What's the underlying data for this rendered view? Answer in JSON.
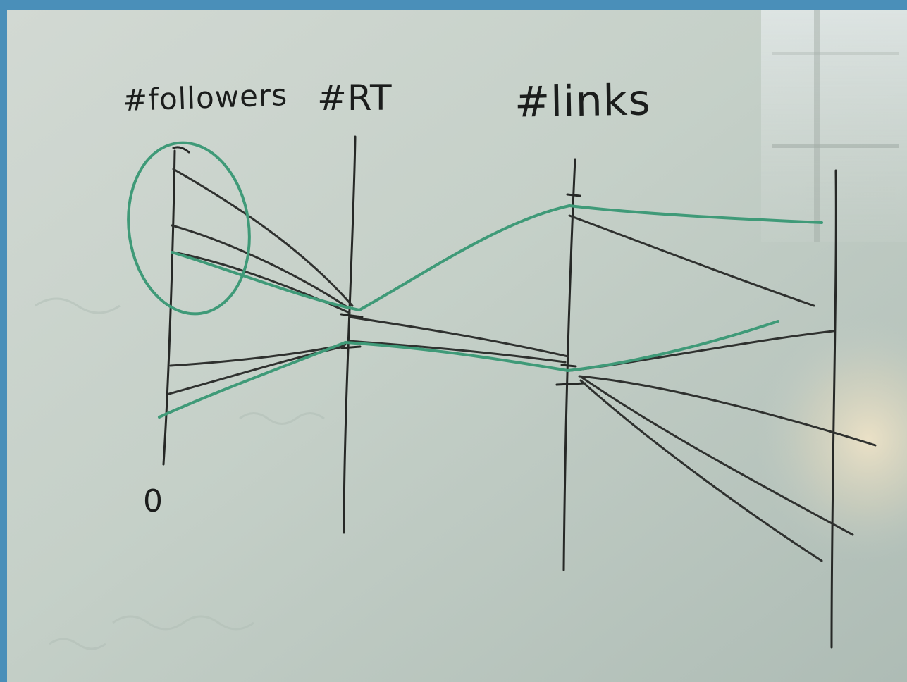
{
  "whiteboard": {
    "axis_labels": {
      "followers": "#followers",
      "rt": "#RT",
      "links": "#links"
    },
    "origin_label": "0"
  },
  "colors": {
    "frame": "#4a8fb9",
    "board": "#c9d3cc",
    "marker_black": "#2a2c2a",
    "marker_green": "#3f9a78"
  }
}
